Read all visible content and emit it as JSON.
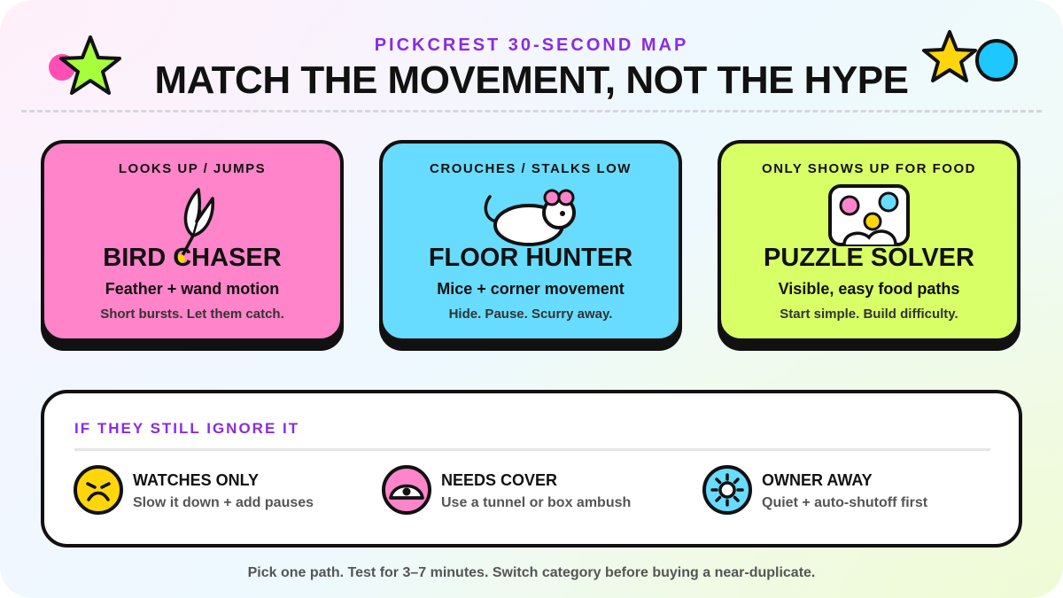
{
  "header": {
    "kicker": "PICKCREST 30-SECOND MAP",
    "title": "MATCH THE MOVEMENT, NOT THE HYPE"
  },
  "colors": {
    "purple": "#8a2be2",
    "pink": "#ff84c9",
    "cyan": "#68dcff",
    "lime": "#d9ff66",
    "yellow": "#ffd60a",
    "ink": "#111111"
  },
  "cards": [
    {
      "kicker": "LOOKS UP / JUMPS",
      "icon": "feather-icon",
      "title": "BIRD CHASER",
      "subtitle": "Feather + wand motion",
      "note": "Short bursts. Let them catch."
    },
    {
      "kicker": "CROUCHES / STALKS LOW",
      "icon": "mouse-icon",
      "title": "FLOOR HUNTER",
      "subtitle": "Mice + corner movement",
      "note": "Hide. Pause. Scurry away."
    },
    {
      "kicker": "ONLY SHOWS UP FOR FOOD",
      "icon": "puzzle-feeder-icon",
      "title": "PUZZLE SOLVER",
      "subtitle": "Visible, easy food paths",
      "note": "Start simple. Build difficulty."
    }
  ],
  "panel": {
    "kicker": "IF THEY STILL IGNORE IT",
    "tips": [
      {
        "icon": "frown-face-icon",
        "title": "WATCHES ONLY",
        "text": "Slow it down + add pauses"
      },
      {
        "icon": "tunnel-eye-icon",
        "title": "NEEDS COVER",
        "text": "Use a tunnel or box ambush"
      },
      {
        "icon": "sun-gear-icon",
        "title": "OWNER AWAY",
        "text": "Quiet + auto-shutoff first"
      }
    ]
  },
  "footer": "Pick one path. Test for 3–7 minutes. Switch category before buying a near-duplicate."
}
